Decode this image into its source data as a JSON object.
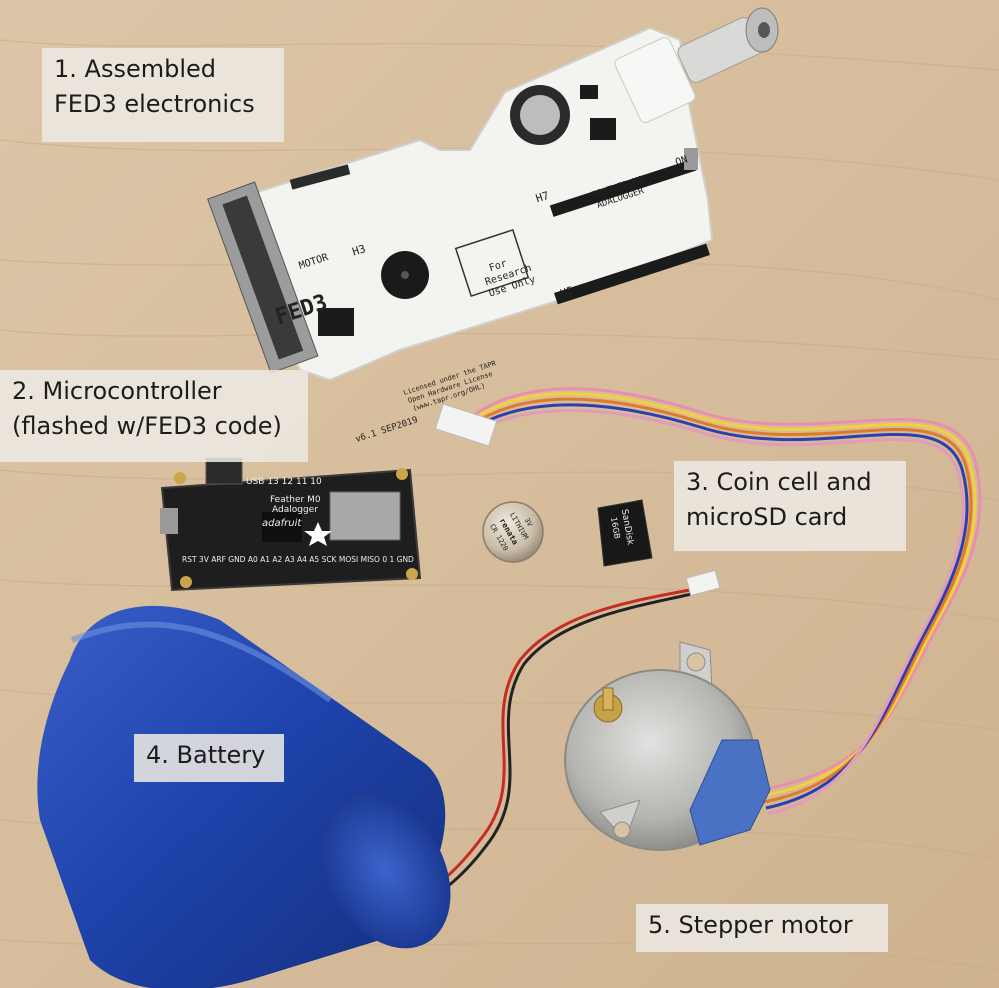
{
  "labels": {
    "electronics": {
      "line1": "1. Assembled",
      "line2": "FED3 electronics"
    },
    "microcontroller": {
      "line1": "2. Microcontroller",
      "line2": "(flashed w/FED3 code)"
    },
    "coin_sd": {
      "line1": "3. Coin cell and",
      "line2": "microSD card"
    },
    "battery": {
      "line1": "4. Battery"
    },
    "motor": {
      "line1": "5. Stepper motor"
    }
  },
  "board_print": {
    "motor": "MOTOR",
    "h3": "H3",
    "fed3": "FED3",
    "feather": "FEATHER M0",
    "adalogger": "ADALOGGER",
    "h7": "H7",
    "h5": "H5",
    "research_1": "For",
    "research_2": "Research",
    "research_3": "Use Only",
    "license_1": "Licensed under the TAPR",
    "license_2": "Open Hardware License",
    "license_3": "(www.tapr.org/OHL)",
    "version": "v6.1 SEP2019",
    "on": "ON"
  },
  "mcu_print": {
    "top_pins": "USB 13 12 11 10",
    "name_1": "Feather M0",
    "name_2": "Adalogger",
    "brand": "adafruit",
    "bottom_pins": "RST 3V ARF GND A0 A1 A2 A3 A4 A5 SCK MOSI MISO 0 1 GND"
  },
  "coin_print": {
    "l1": "3V",
    "l2": "LITHIUM",
    "l3": "renata",
    "l4": "CR 1220"
  },
  "sd_print": {
    "brand": "SanDisk",
    "size": "16GB"
  },
  "colors": {
    "table": "#d9c3a5",
    "pcb": "#f2f2ef",
    "mcu": "#1d1d1d",
    "battery": "#1d3fa3",
    "motor_can": "#b7b7b5",
    "motor_cap": "#4a72c4"
  }
}
